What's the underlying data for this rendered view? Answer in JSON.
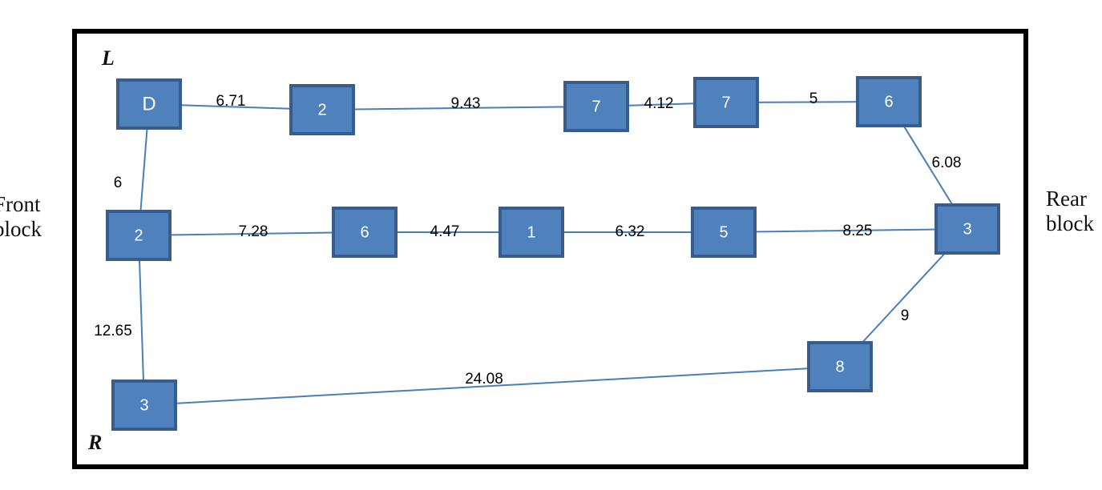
{
  "labels": {
    "front_block": "Front\nblock",
    "rear_block": "Rear\nblock",
    "corner_left": "L",
    "corner_right": "R"
  },
  "colors": {
    "node_fill": "#4f81bd",
    "node_border": "#385d8a",
    "edge": "#4a7ebb",
    "frame": "#000000"
  },
  "diagram": {
    "nodes": [
      {
        "id": "n_D",
        "label": "D"
      },
      {
        "id": "n_top2",
        "label": "2"
      },
      {
        "id": "n_top7a",
        "label": "7"
      },
      {
        "id": "n_top7b",
        "label": "7"
      },
      {
        "id": "n_top6",
        "label": "6"
      },
      {
        "id": "n_mid2",
        "label": "2"
      },
      {
        "id": "n_mid6",
        "label": "6"
      },
      {
        "id": "n_mid1",
        "label": "1"
      },
      {
        "id": "n_mid5",
        "label": "5"
      },
      {
        "id": "n_mid3",
        "label": "3"
      },
      {
        "id": "n_bot3",
        "label": "3"
      },
      {
        "id": "n_bot8",
        "label": "8"
      }
    ],
    "edges": [
      {
        "from": "n_D",
        "to": "n_top2",
        "label": "6.71"
      },
      {
        "from": "n_top2",
        "to": "n_top7a",
        "label": "9.43"
      },
      {
        "from": "n_top7a",
        "to": "n_top7b",
        "label": "4.12"
      },
      {
        "from": "n_top7b",
        "to": "n_top6",
        "label": "5"
      },
      {
        "from": "n_top6",
        "to": "n_mid3",
        "label": "6.08"
      },
      {
        "from": "n_D",
        "to": "n_mid2",
        "label": "6"
      },
      {
        "from": "n_mid2",
        "to": "n_mid6",
        "label": "7.28"
      },
      {
        "from": "n_mid6",
        "to": "n_mid1",
        "label": "4.47"
      },
      {
        "from": "n_mid1",
        "to": "n_mid5",
        "label": "6.32"
      },
      {
        "from": "n_mid5",
        "to": "n_mid3",
        "label": "8.25"
      },
      {
        "from": "n_mid2",
        "to": "n_bot3",
        "label": "12.65"
      },
      {
        "from": "n_mid3",
        "to": "n_bot8",
        "label": "9"
      },
      {
        "from": "n_bot3",
        "to": "n_bot8",
        "label": "24.08"
      }
    ]
  }
}
